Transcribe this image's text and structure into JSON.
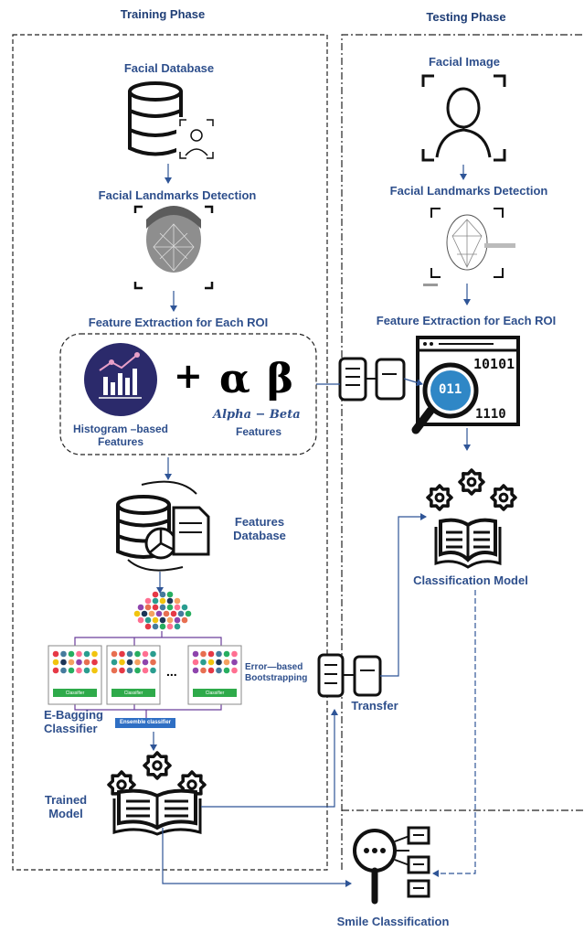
{
  "phases": {
    "training": "Training Phase",
    "testing": "Testing Phase"
  },
  "training": {
    "facial_database": "Facial Database",
    "landmarks": "Facial Landmarks Detection",
    "feature_extraction": "Feature Extraction for Each ROI",
    "histogram_features_line1": "Histogram –based",
    "histogram_features_line2": "Features",
    "alpha_symbol": "α",
    "beta_symbol": "β",
    "plus_symbol": "+",
    "alpha_beta_line1": "Alpha − Beta",
    "alpha_beta_line2": "Features",
    "features_db_line1": "Features",
    "features_db_line2": "Database",
    "classifier_box_label": "Classifier",
    "ellipsis": "...",
    "ensemble_label": "Ensemble classifier",
    "ebagging_line1": "E-Bagging",
    "ebagging_line2": "Classifier",
    "error_boot_line1": "Error—based",
    "error_boot_line2": "Bootstrapping",
    "trained_line1": "Trained",
    "trained_line2": "Model"
  },
  "testing": {
    "facial_image": "Facial Image",
    "landmarks": "Facial Landmarks Detection",
    "feature_extraction": "Feature Extraction for Each ROI",
    "binary_1": "10101",
    "binary_2": "011",
    "binary_3": "1110",
    "classification_model": "Classification Model"
  },
  "transfer": "Transfer",
  "smile_classification": "Smile Classification",
  "colors": {
    "label_blue": "#2e4f8c",
    "arrow_blue": "#2f5597",
    "icon_black": "#111111",
    "classifier_green": "#2eaa4a",
    "ensemble_blue": "#2f6fc4",
    "histogram_circle": "#2b2a6b"
  }
}
